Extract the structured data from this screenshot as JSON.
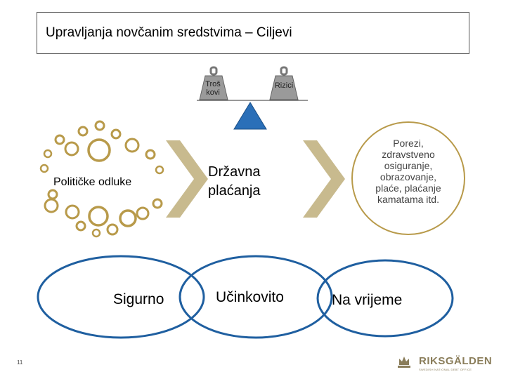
{
  "title": "Upravljanja novčanim sredstvima – Ciljevi",
  "scale": {
    "left_weight": "Troš kovi",
    "right_weight": "Rizici"
  },
  "left_group": "Političke odluke",
  "middle": "Državna plaćanja",
  "right_circle": "Porezi, zdravstveno osiguranje, obrazovanje, plaće, plaćanje kamatama itd.",
  "goals": {
    "safe": "Sigurno",
    "efficient": "Učinkovito",
    "timely": "Na vrijeme"
  },
  "page_number": "11",
  "logo": {
    "name": "RIKSGÄLDEN",
    "subtitle": "SWEDISH NATIONAL DEBT OFFICE"
  },
  "colors": {
    "gold": "#b89a4a",
    "chevron": "#c8ba8e",
    "blue": "#1f5fa0",
    "triangle": "#2a6fb8",
    "weight": "#8e8e8e"
  }
}
